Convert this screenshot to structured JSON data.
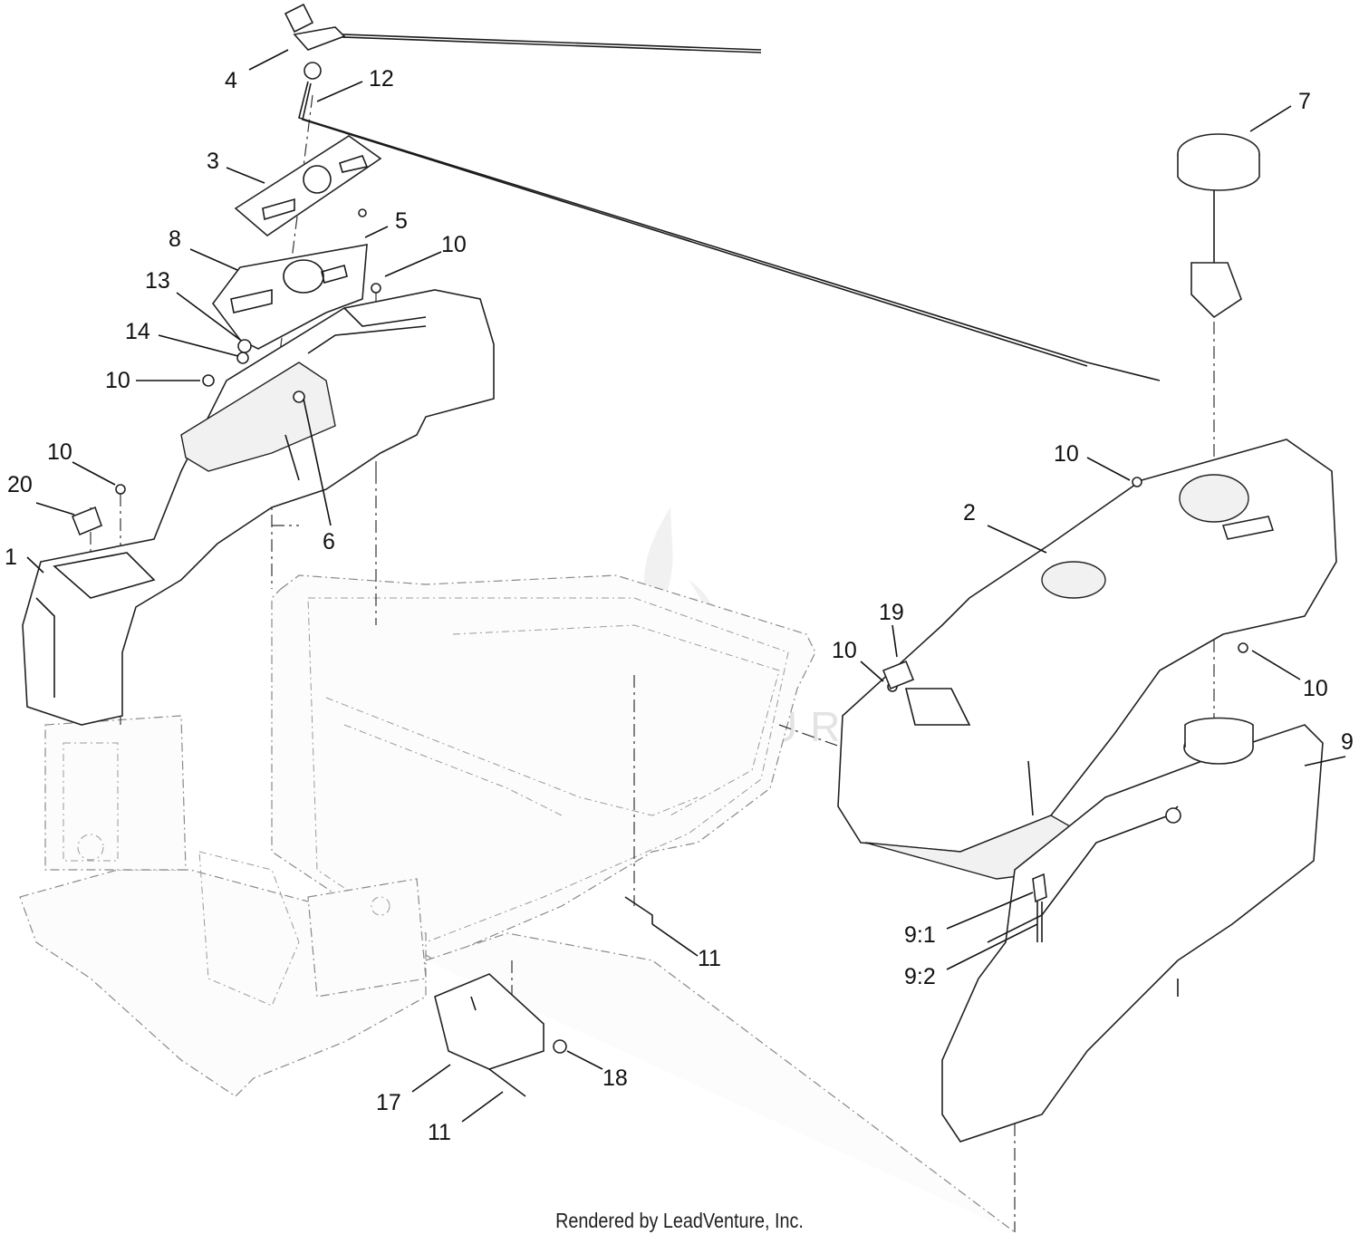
{
  "callouts": {
    "c1": "1",
    "c2": "2",
    "c3": "3",
    "c4": "4",
    "c5": "5",
    "c6": "6",
    "c7": "7",
    "c8": "8",
    "c9": "9",
    "c9_1": "9:1",
    "c9_2": "9:2",
    "c10a": "10",
    "c10b": "10",
    "c10c": "10",
    "c10d": "10",
    "c10e": "10",
    "c10f": "10",
    "c11a": "11",
    "c11b": "11",
    "c12": "12",
    "c13": "13",
    "c14": "14",
    "c17": "17",
    "c18": "18",
    "c19": "19",
    "c20": "20"
  },
  "watermark": "LEADVENTURE",
  "footer": "Rendered by LeadVenture, Inc."
}
